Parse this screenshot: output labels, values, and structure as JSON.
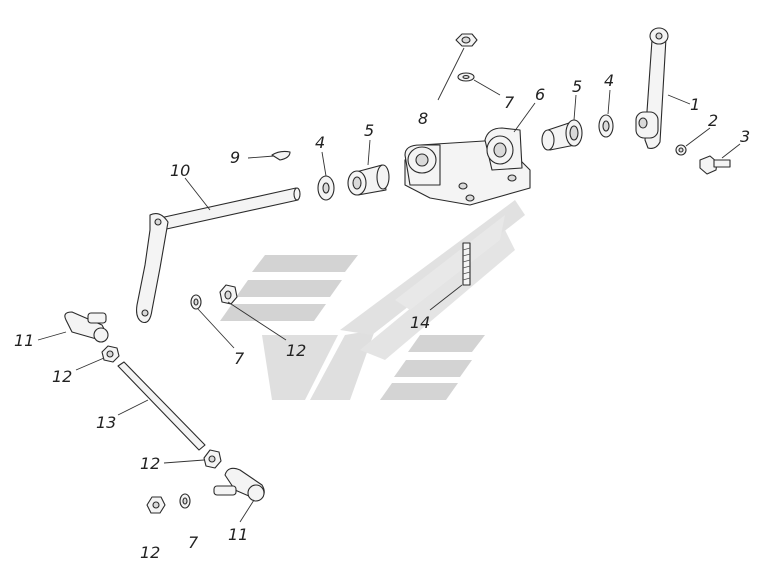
{
  "diagram": {
    "callouts": [
      {
        "id": "c1a",
        "text": "1"
      },
      {
        "id": "c2a",
        "text": "2"
      },
      {
        "id": "c3a",
        "text": "3"
      },
      {
        "id": "c4a",
        "text": "4"
      },
      {
        "id": "c4b",
        "text": "4"
      },
      {
        "id": "c5a",
        "text": "5"
      },
      {
        "id": "c5b",
        "text": "5"
      },
      {
        "id": "c6a",
        "text": "6"
      },
      {
        "id": "c7a",
        "text": "7"
      },
      {
        "id": "c7b",
        "text": "7"
      },
      {
        "id": "c7c",
        "text": "7"
      },
      {
        "id": "c8a",
        "text": "8"
      },
      {
        "id": "c9a",
        "text": "9"
      },
      {
        "id": "c10a",
        "text": "10"
      },
      {
        "id": "c11a",
        "text": "11"
      },
      {
        "id": "c11b",
        "text": "11"
      },
      {
        "id": "c12a",
        "text": "12"
      },
      {
        "id": "c12b",
        "text": "12"
      },
      {
        "id": "c12c",
        "text": "12"
      },
      {
        "id": "c12d",
        "text": "12"
      },
      {
        "id": "c13a",
        "text": "13"
      },
      {
        "id": "c14a",
        "text": "14"
      }
    ],
    "colors": {
      "line": "#2b2b2b",
      "part_fill": "#f4f4f4",
      "watermark_gray": "#c8c8c8",
      "watermark_light": "#dedede"
    }
  }
}
